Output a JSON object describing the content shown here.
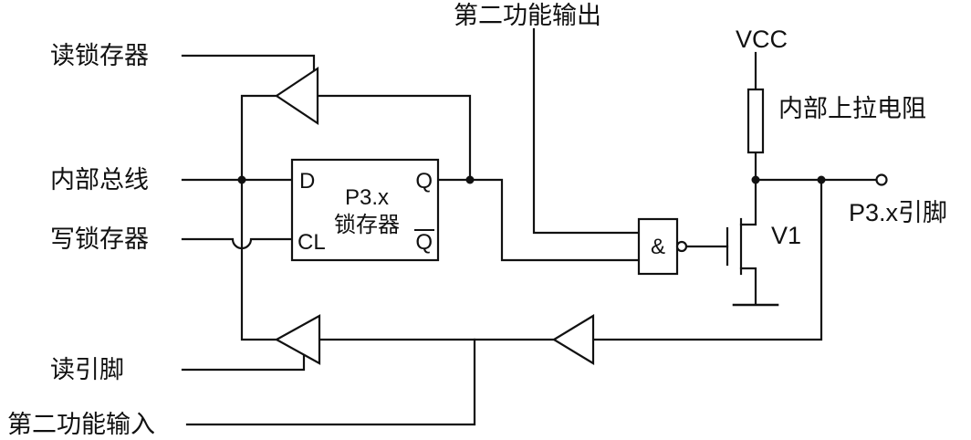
{
  "figure": {
    "type": "circuit-diagram",
    "colors": {
      "line": "#111111",
      "background": "#ffffff"
    }
  },
  "labels": {
    "read_latch": "读锁存器",
    "internal_bus": "内部总线",
    "write_latch": "写锁存器",
    "read_pin": "读引脚",
    "alt_function_input": "第二功能输入",
    "alt_function_output": "第二功能输出",
    "vcc": "VCC",
    "pullup_resistor": "内部上拉电阻",
    "pin": "P3.x引脚",
    "transistor": "V1"
  },
  "latch": {
    "d": "D",
    "q": "Q",
    "clock": "CL",
    "q_bar": "Q",
    "name_line1": "P3.x",
    "name_line2": "锁存器"
  },
  "gate": {
    "symbol": "&"
  }
}
